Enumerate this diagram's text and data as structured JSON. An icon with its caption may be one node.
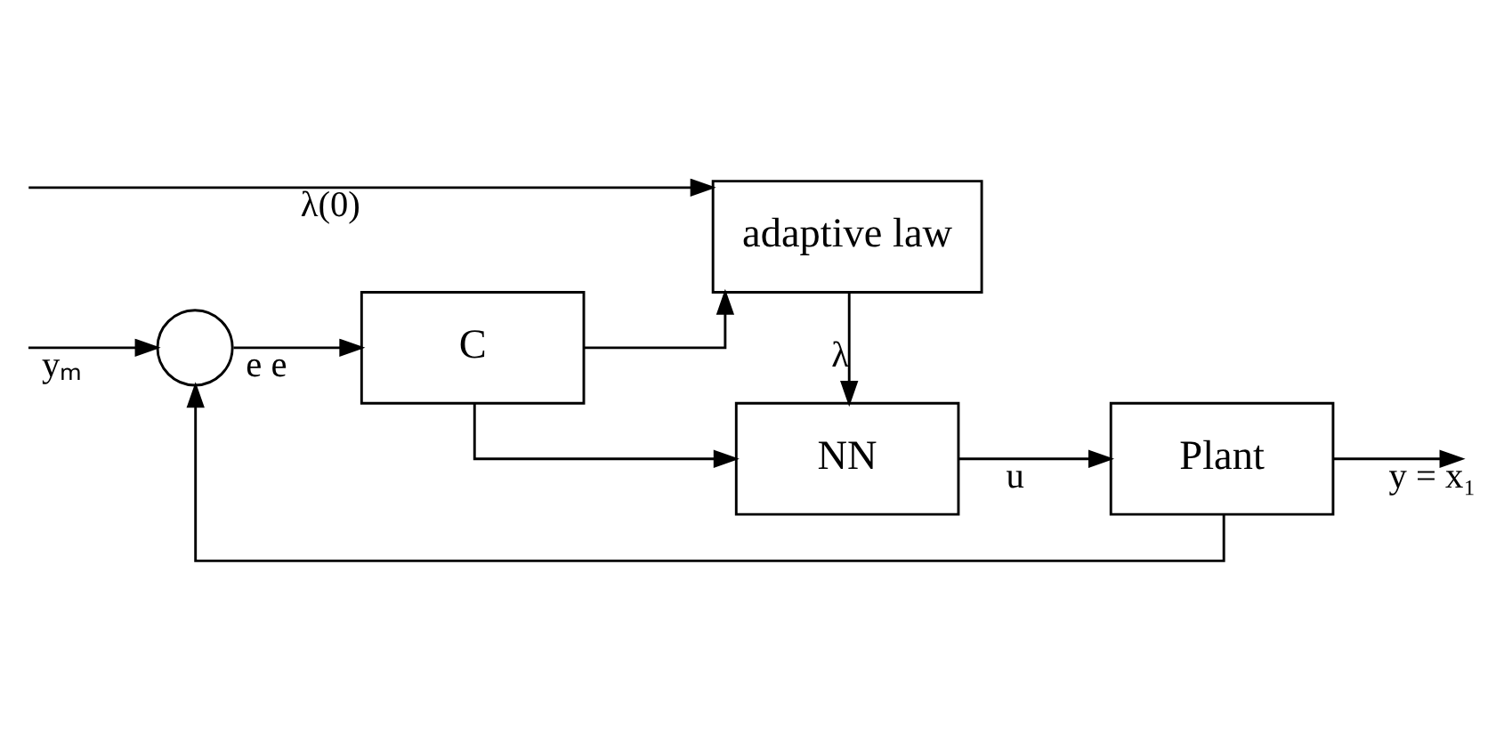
{
  "diagram": {
    "nodes": [
      {
        "text": [],
        "shape": "circle"
      },
      {
        "text": [
          "C"
        ]
      },
      {
        "text": [
          "NN"
        ]
      },
      {
        "text": [
          "Plant"
        ]
      },
      {
        "text": [
          "adaptive law"
        ]
      }
    ],
    "edges": [
      {
        "from": null,
        "to": 0,
        "arrow": "to",
        "label": "yₘ"
      },
      {
        "from": 0,
        "to": 1,
        "arrow": "to",
        "label": "e e"
      },
      {
        "from": 1,
        "to": 2,
        "arrow": "to"
      },
      {
        "from": 1,
        "to": 4,
        "arrow": "to"
      },
      {
        "from": 2,
        "to": 3,
        "arrow": "to",
        "label": "u"
      },
      {
        "from": 3,
        "to": null,
        "arrow": "to",
        "label": "y = x₁"
      },
      {
        "from": 4,
        "to": 2,
        "arrow": "to",
        "label": "λ"
      },
      {
        "from": null,
        "to": 4,
        "arrow": "to",
        "label": "λ(0)"
      },
      {
        "from": 3,
        "to": 0,
        "arrow": "to"
      }
    ]
  }
}
